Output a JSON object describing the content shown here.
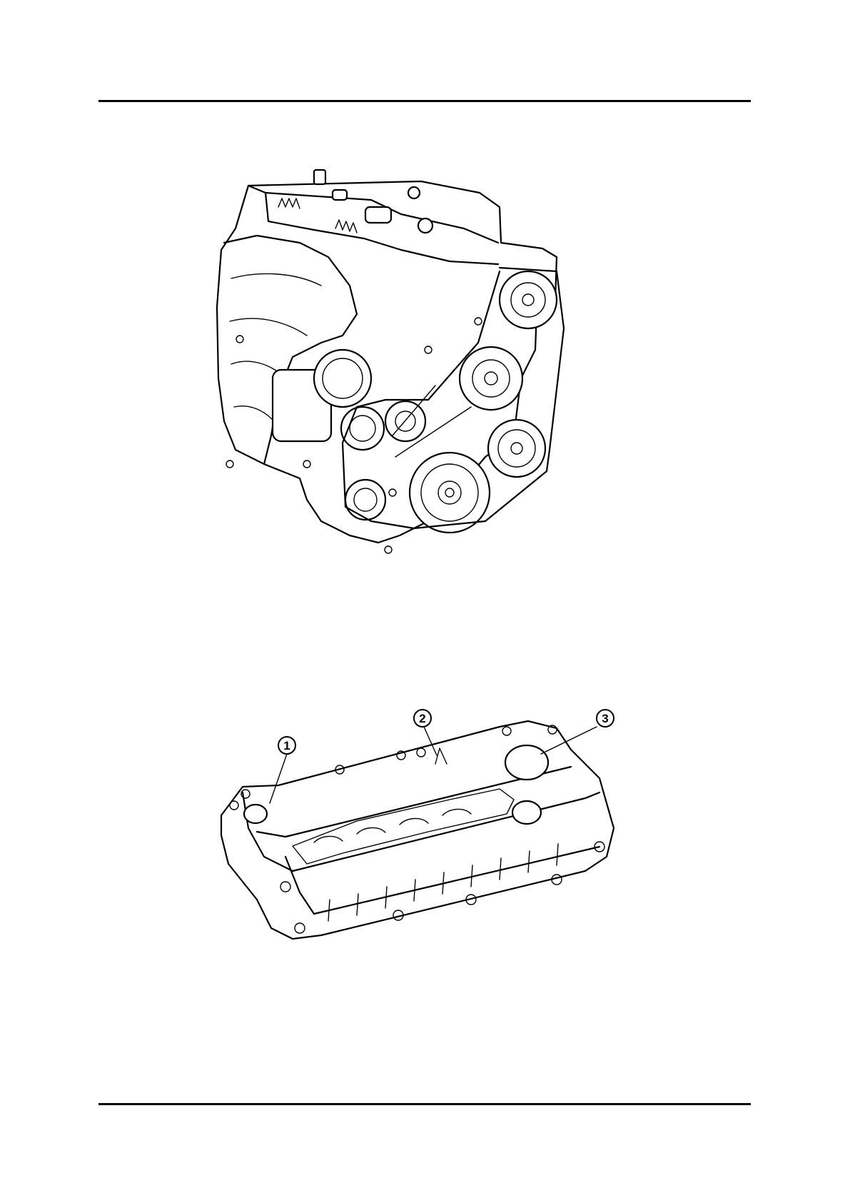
{
  "figures": [
    {
      "id": "engine-assembly",
      "callouts": []
    },
    {
      "id": "valve-cover",
      "callouts": [
        {
          "label": "1"
        },
        {
          "label": "2"
        },
        {
          "label": "3"
        }
      ]
    }
  ]
}
